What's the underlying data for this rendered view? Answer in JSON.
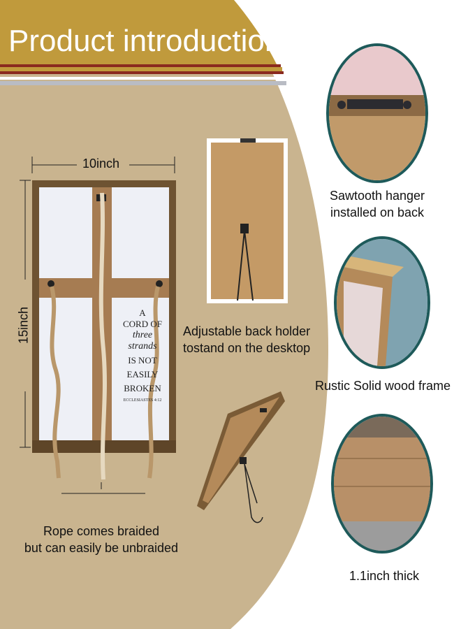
{
  "header": {
    "title": "Product introduction"
  },
  "dimensions": {
    "width_label": "10inch",
    "height_label": "15inch"
  },
  "inscription": {
    "line1": "A",
    "line2": "CORD OF",
    "line3": "three",
    "line4": "strands",
    "line5": "IS NOT",
    "line6": "EASILY",
    "line7": "BROKEN",
    "line8": "ECCLESIASTES 4:12"
  },
  "captions": {
    "back_holder_line1": "Adjustable back holder",
    "back_holder_line2": "tostand on the desktop",
    "rope_line1": "Rope comes braided",
    "rope_line2": "but can easily be unbraided",
    "hanger_line1": "Sawtooth hanger",
    "hanger_line2": "installed on back",
    "frame": "Rustic Solid wood frame",
    "thick": "1.1inch thick"
  },
  "colors": {
    "banner_gold": "#c09a3c",
    "panel_beige": "#c9b48f",
    "stripe_red": "#8a2a1e",
    "circle_border": "#1e5a5a",
    "wood_dark": "#6e5332",
    "wood_light": "#b48a5a",
    "cardboard": "#c49a66"
  }
}
